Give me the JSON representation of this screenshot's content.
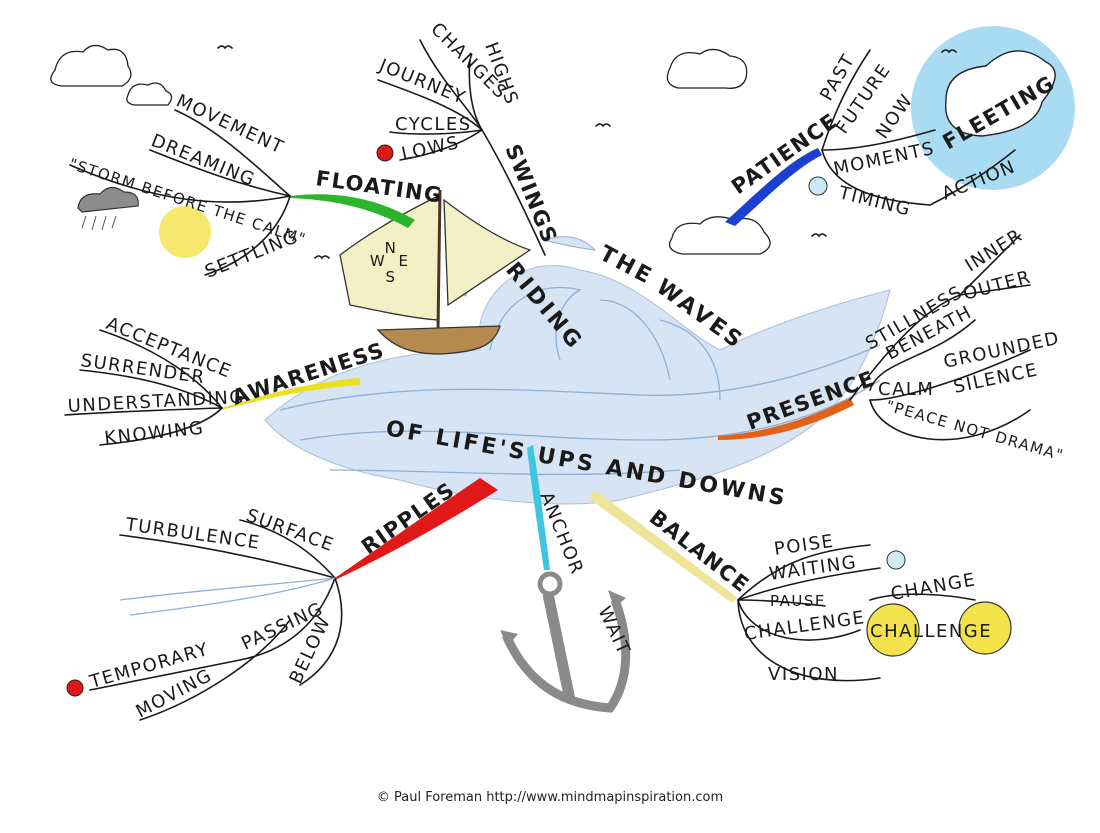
{
  "title": {
    "line1": "THE",
    "line2": "RIDING",
    "line3": "WAVES",
    "line4": "OF LIFE'S UPS AND DOWNS"
  },
  "branches": {
    "swings": {
      "label": "SWINGS",
      "children": [
        "HIGHS",
        "CHANGES",
        "JOURNEY",
        "CYCLES",
        "LOWS"
      ]
    },
    "floating": {
      "label": "FLOATING",
      "children": [
        "MOVEMENT",
        "DREAMING",
        "\"STORM BEFORE THE CALM\"",
        "SETTLING"
      ]
    },
    "patience": {
      "label": "PATIENCE",
      "children": [
        "PAST",
        "FUTURE",
        "NOW",
        "FLEETING",
        "MOMENTS",
        "TIMING",
        "ACTION"
      ]
    },
    "presence": {
      "label": "PRESENCE",
      "children": [
        "STILLNESS",
        "INNER",
        "OUTER",
        "BENEATH",
        "GROUNDED",
        "CALM",
        "SILENCE",
        "\"PEACE NOT DRAMA\""
      ]
    },
    "awareness": {
      "label": "AWARENESS",
      "children": [
        "ACCEPTANCE",
        "SURRENDER",
        "UNDERSTANDING",
        "KNOWING"
      ]
    },
    "ripples": {
      "label": "RIPPLES",
      "children": [
        "SURFACE",
        "TURBULENCE",
        "PASSING",
        "TEMPORARY",
        "MOVING",
        "BELOW"
      ]
    },
    "anchor": {
      "label": "ANCHOR",
      "children": [
        "WAIT"
      ]
    },
    "balance": {
      "label": "BALANCE",
      "children": [
        "POISE",
        "WAITING",
        "PAUSE",
        "CHALLENGE",
        "CHANGE",
        "CHALLENGE",
        "VISION"
      ]
    }
  },
  "compass": {
    "n": "N",
    "w": "W",
    "e": "E",
    "s": "S"
  },
  "footer": "© Paul Foreman http://www.mindmapinspiration.com",
  "colors": {
    "floating": "#2db42d",
    "patience": "#1a3fd1",
    "presence": "#e2621a",
    "awareness": "#e8e020",
    "ripples": "#e01818",
    "anchor": "#3cc6e0",
    "balance": "#efe59a",
    "sky_circle": "#a9dcf2",
    "sun": "#f4e24a",
    "sail": "#f4f0c6",
    "hull": "#b58a4e",
    "anchor_metal": "#8a8a8a"
  }
}
